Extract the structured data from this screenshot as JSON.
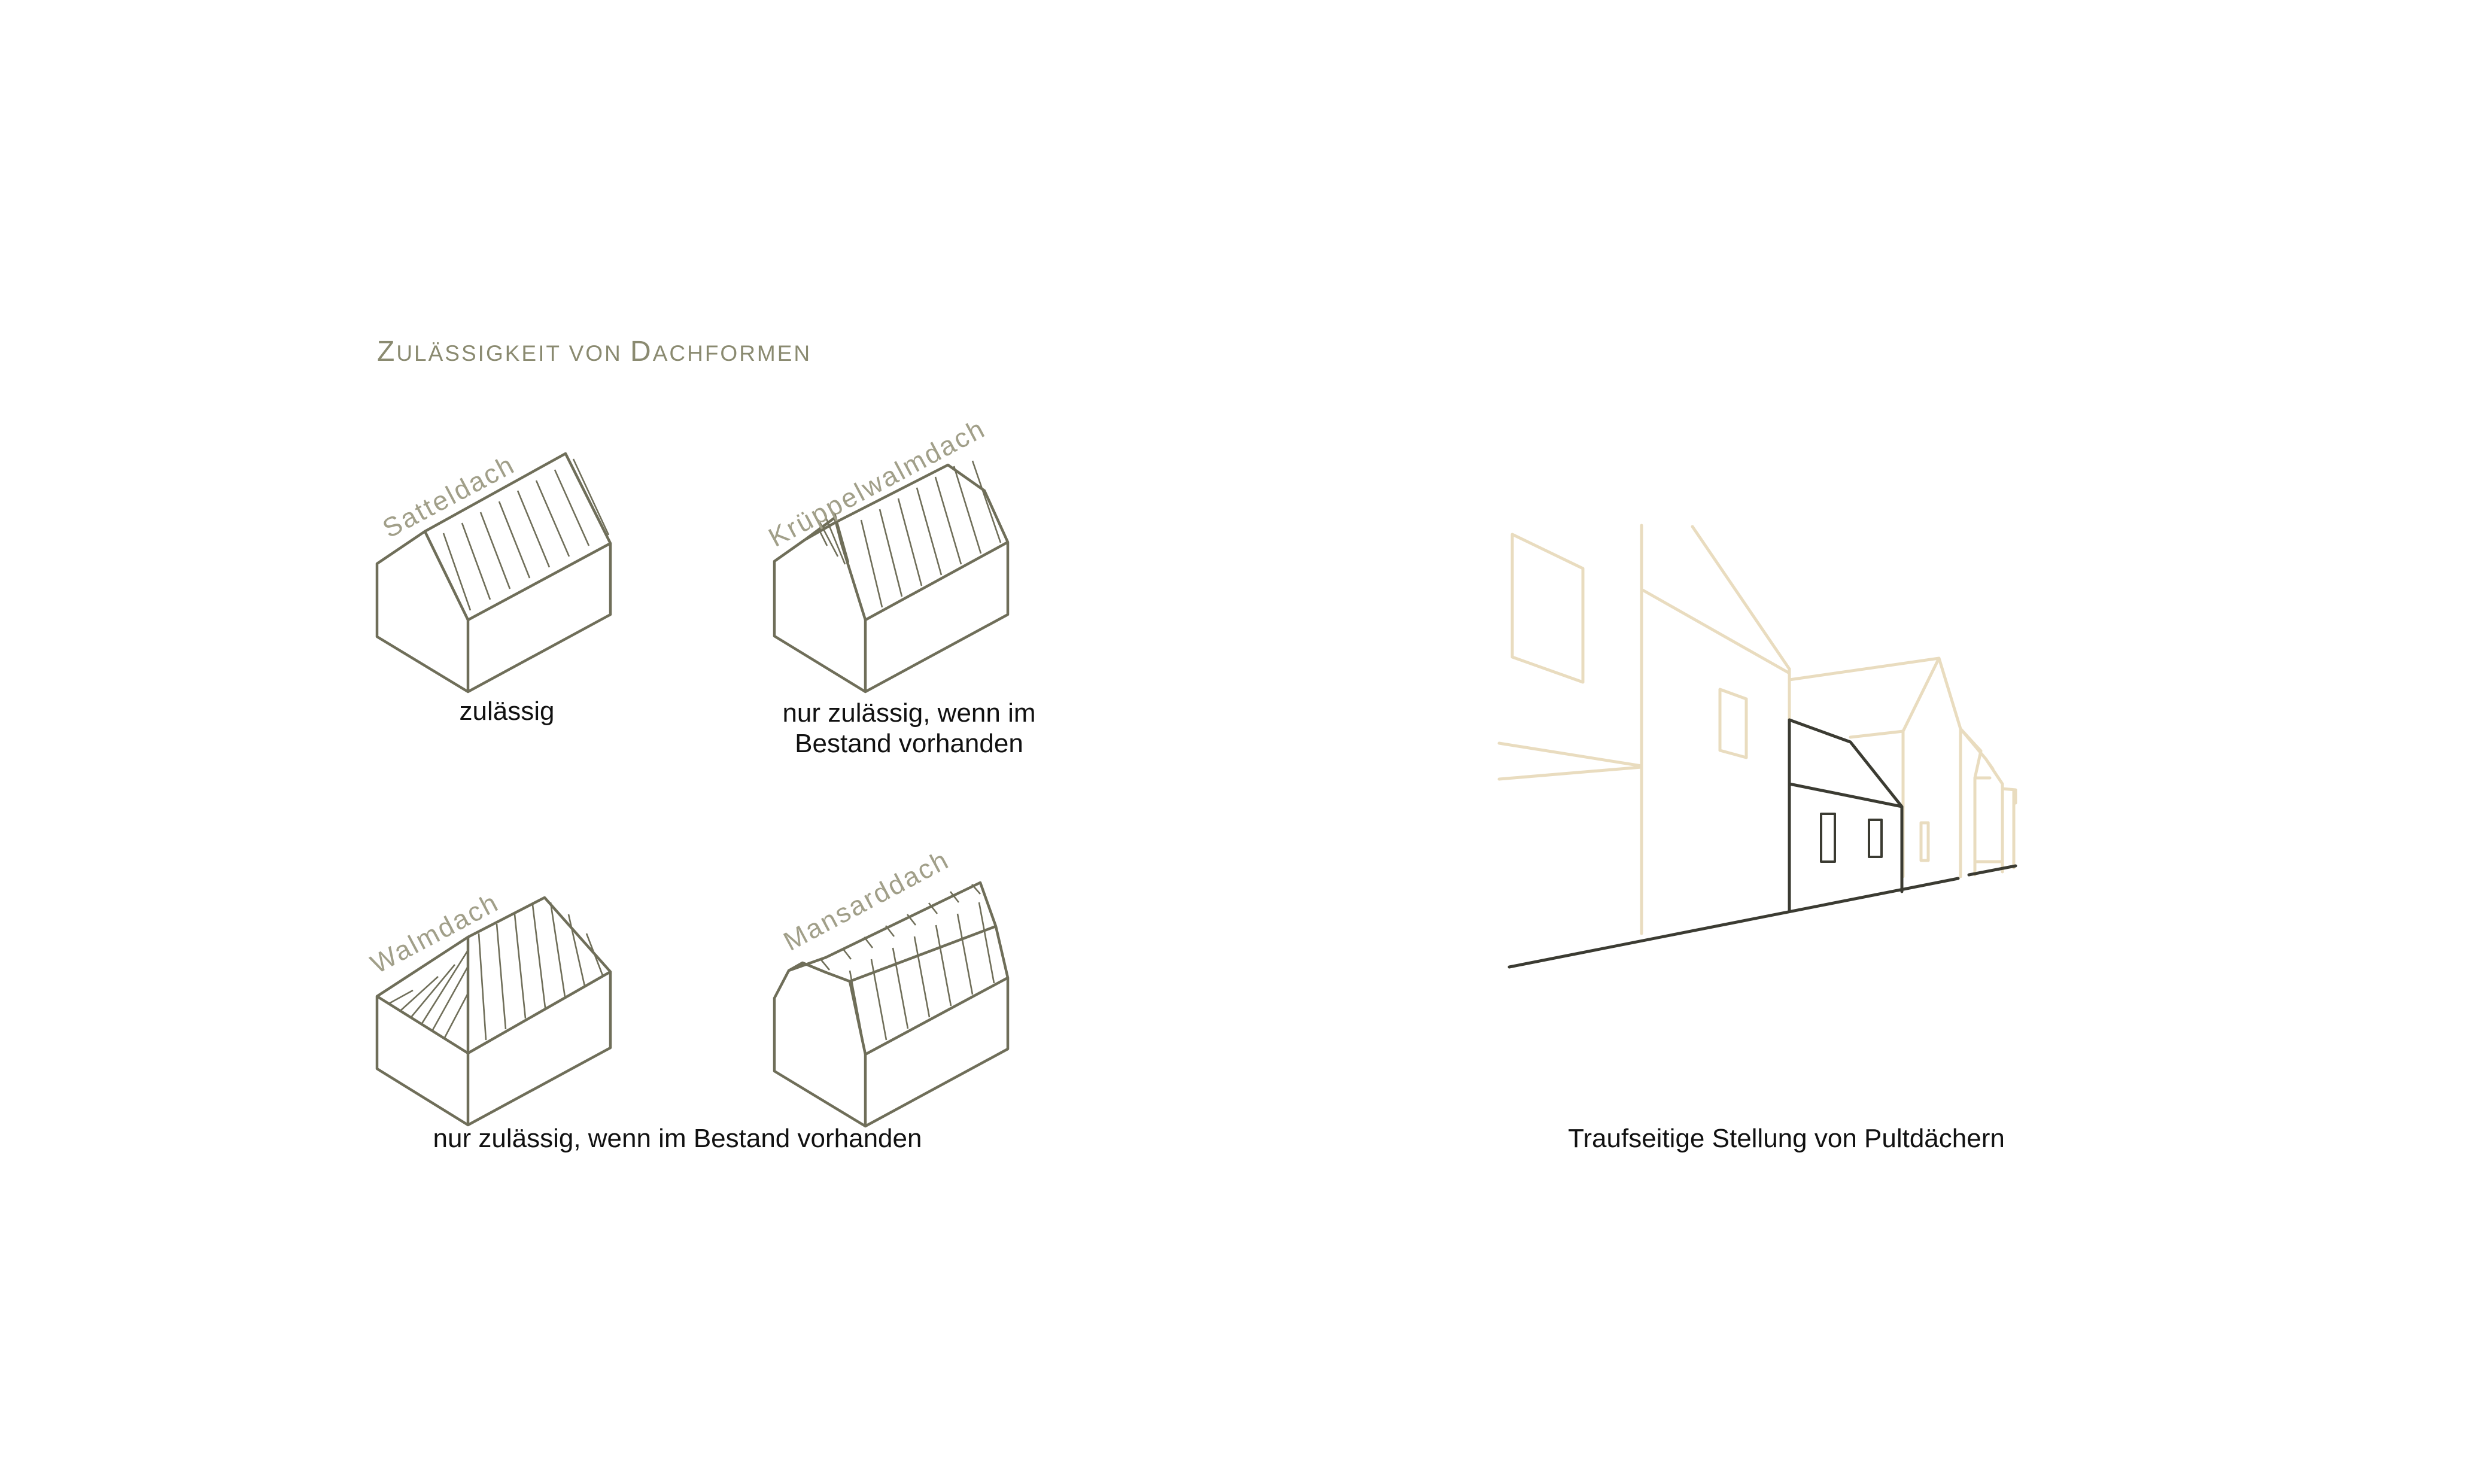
{
  "heading": {
    "first_letter": "Z",
    "rest": "ULÄSSIGKEIT VON ",
    "second_cap": "D",
    "rest2": "ACHFORMEN"
  },
  "roof_types": [
    {
      "label": "Satteldach"
    },
    {
      "label": "Krüppelwalmdach"
    },
    {
      "label": "Walmdach"
    },
    {
      "label": "Mansarddach"
    }
  ],
  "captions": {
    "satteldach": "zulässig",
    "kruppelwalm_line1": "nur zulässig, wenn im",
    "kruppelwalm_line2": "Bestand vorhanden",
    "walm_mansard": "nur zulässig, wenn im Bestand vorhanden",
    "street_view": "Traufseitige Stellung von Pultdächern"
  },
  "colors": {
    "heading": "#8a8a70",
    "roof_label": "#a19f89",
    "house_line": "#6f6e59",
    "background_buildings": "#e9dcbf",
    "highlight_building": "#3b3b32",
    "caption_text": "#111111"
  }
}
